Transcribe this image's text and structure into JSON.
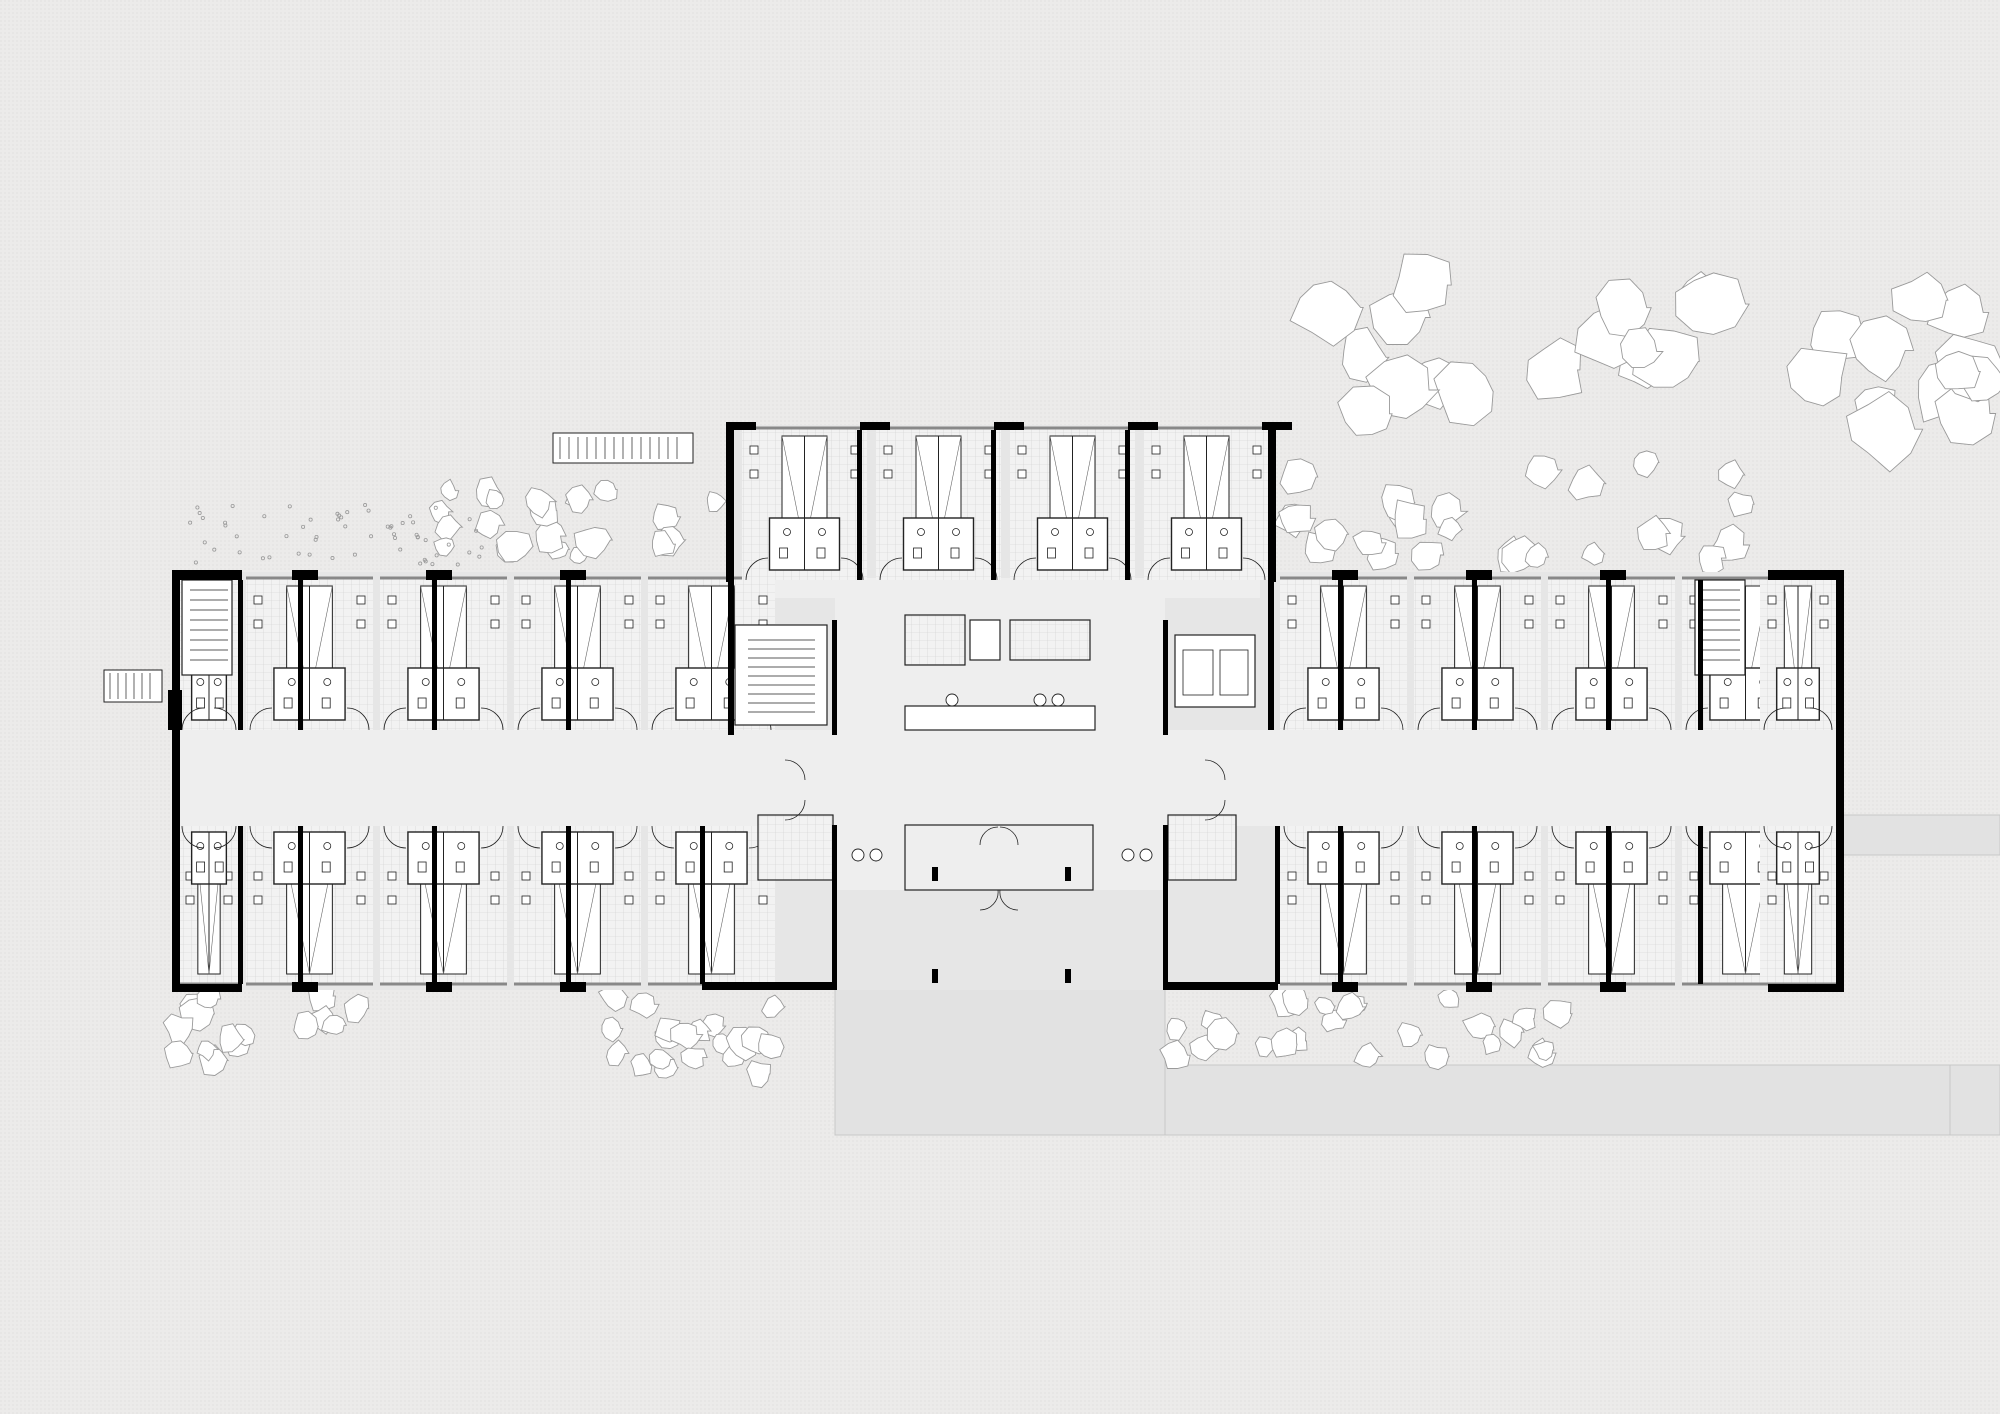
{
  "drawing": {
    "kind": "architectural-floor-plan",
    "subject": "hotel floor",
    "text_labels": [],
    "palette": {
      "background": "#ecebea",
      "floor": "#e6e6e6",
      "paving": "#e2e2e2",
      "wall": "#000000",
      "line": "#222222",
      "foliage_fill": "#ffffff",
      "foliage_line": "#9a9a9a"
    }
  },
  "wings": {
    "west_north_rooms": 4,
    "west_south_rooms": 4,
    "east_north_rooms": 4,
    "east_south_rooms": 4,
    "central_north_rooms": 4
  },
  "cores": {
    "stairs": 3,
    "elevator_lobby": 1,
    "service_rooms": 2,
    "exterior_stairs": 2
  },
  "landscape": {
    "tree_canopy_groups": 6,
    "entrance_plaza": true,
    "east_path": true
  }
}
